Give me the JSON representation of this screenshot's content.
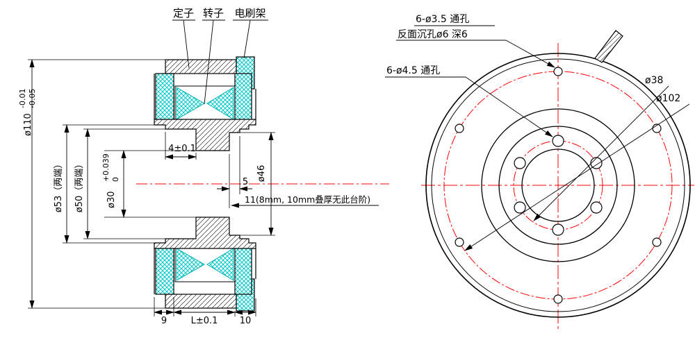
{
  "colors": {
    "line": "#000000",
    "centerline_red": "#ff0000",
    "coil_cyan": "#00c8c8"
  },
  "section": {
    "labels": {
      "stator": "定子",
      "rotor": "转子",
      "brush": "电刷架"
    },
    "dims": {
      "d110": "ø110",
      "d110_tol_up": "-0.01",
      "d110_tol_dn": "-0.05",
      "d53": "ø53（两端）",
      "d50": "ø50（两端）",
      "d30": "ø30",
      "d30_tol_up": "+0.039",
      "d30_tol_dn": "0",
      "d4": "4±0.1",
      "d5": "5",
      "d11": "11(8mm, 10mm叠厚无此台阶)",
      "d46": "ø46",
      "d9": "9",
      "dL": "L±0.1",
      "d10": "10"
    }
  },
  "front": {
    "callouts": {
      "holes_outer": "6-ø3.5 通孔",
      "counterbore": "反面沉孔ø6 深6",
      "holes_inner": "6-ø4.5 通孔",
      "d38": "ø38",
      "d102": "ø102"
    }
  }
}
